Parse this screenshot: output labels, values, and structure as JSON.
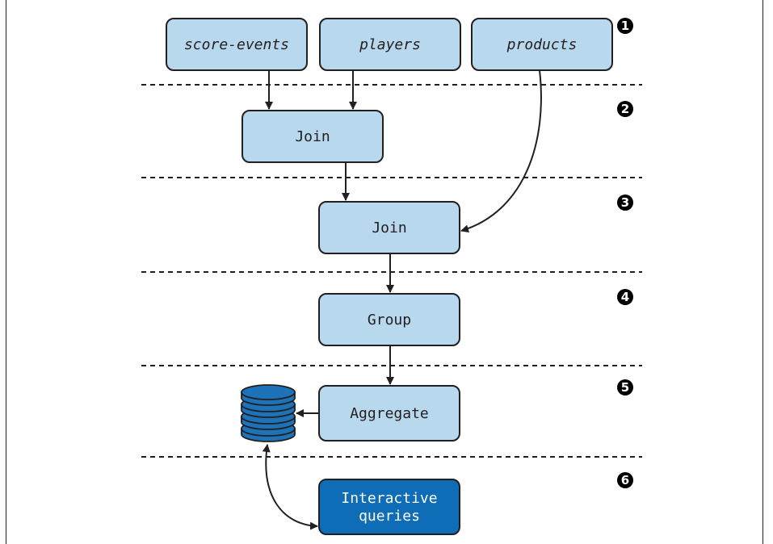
{
  "sources": [
    {
      "label": "score-events"
    },
    {
      "label": "players"
    },
    {
      "label": "products"
    }
  ],
  "steps": {
    "join1": "Join",
    "join2": "Join",
    "group": "Group",
    "aggregate": "Aggregate",
    "interactive_line1": "Interactive",
    "interactive_line2": "queries"
  },
  "markers": [
    "1",
    "2",
    "3",
    "4",
    "5",
    "6"
  ],
  "colors": {
    "node_fill": "#b8d8ee",
    "highlight_fill": "#0f6cb6",
    "stroke": "#231f20",
    "db_fill": "#1d72b8"
  },
  "icons": {
    "store": "database-icon",
    "markers": "circled-number-icon"
  }
}
